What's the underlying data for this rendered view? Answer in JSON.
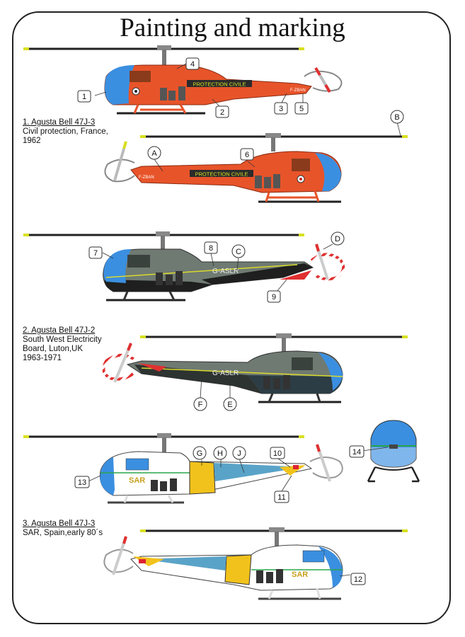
{
  "page": {
    "title": "Painting and marking"
  },
  "variants": [
    {
      "heading": "1. Agusta Bell 47J-3",
      "lines": [
        "Civil protection, France,",
        "1962"
      ],
      "fuselage_text": "PROTECTION CIVILE",
      "registration": "F-ZBAN",
      "colors": {
        "body": "#e8542a",
        "canopy": "#3b8fe0",
        "rotor": "#222222"
      }
    },
    {
      "heading": "2. Agusta Bell 47J-2",
      "lines": [
        "South West Electricity",
        "Board, Luton,UK",
        "1963-1971"
      ],
      "registration": "G-ASLR",
      "colors": {
        "upper": "#6f7a72",
        "lower": "#1e1f1e",
        "canopy": "#3b8fe0",
        "stripe": "#d9d92c"
      }
    },
    {
      "heading": "3. Agusta Bell 47J-3",
      "lines": [
        "SAR, Spain,early 80´s"
      ],
      "fuselage_text": "SAR",
      "colors": {
        "body": "#ffffff",
        "canopy": "#3b8fe0",
        "yellow": "#f2c21c",
        "band": "#5aa3c8"
      }
    }
  ],
  "callouts": {
    "numbers": [
      "1",
      "2",
      "3",
      "4",
      "5",
      "6",
      "7",
      "8",
      "9",
      "10",
      "11",
      "12",
      "13",
      "14"
    ],
    "letters": [
      "A",
      "B",
      "C",
      "D",
      "E",
      "F",
      "G",
      "H",
      "J"
    ]
  }
}
